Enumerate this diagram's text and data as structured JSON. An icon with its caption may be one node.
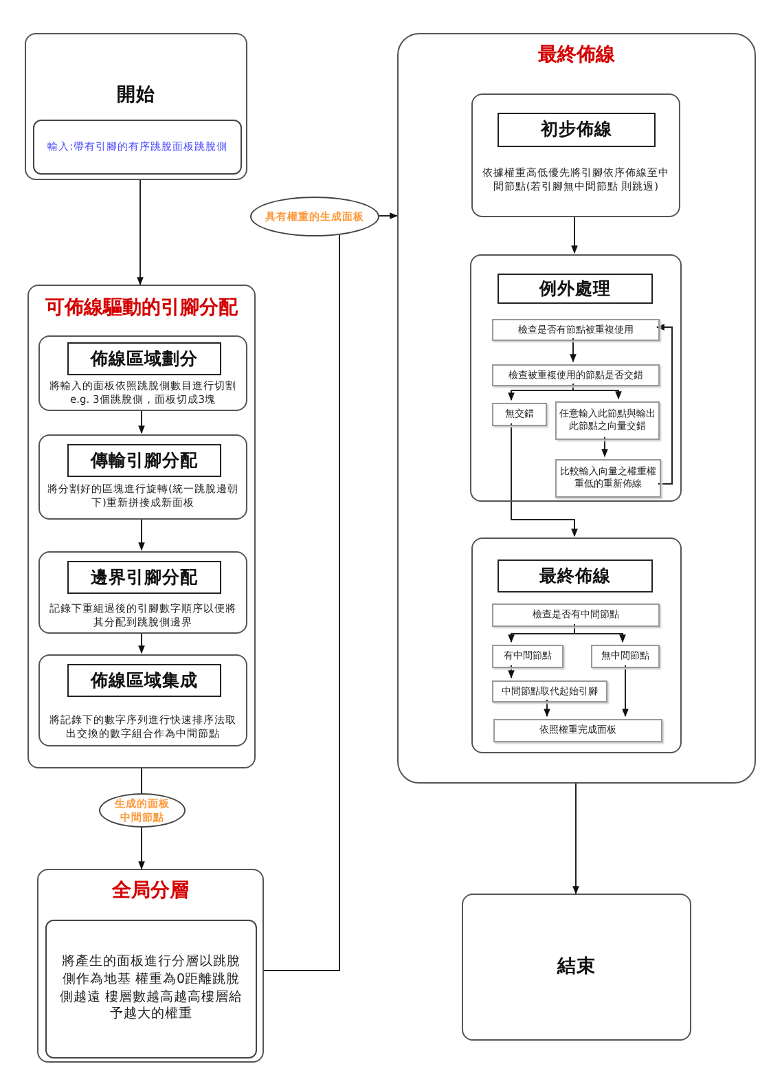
{
  "diagram": {
    "nodes": [
      {
        "text": [
          "開始"
        ]
      },
      {
        "text": [
          "輸入:帶有引腳的有序跳脫面板跳脫側"
        ],
        "in": 0
      },
      {
        "text": [
          "可佈線驅動的引腳分配"
        ]
      },
      {
        "text": [
          "將輸入的面板依照跳脫側數目進行切割e.g. 3個跳脫側，面板切成3塊"
        ],
        "in": 2
      },
      {
        "text": [
          "佈線區域劃分"
        ],
        "in": 3
      },
      {
        "text": [
          "將分割好的區塊進行旋轉(統一跳脫邊朝下)重新拼接成新面板"
        ],
        "in": 2
      },
      {
        "text": [
          "傳輸引腳分配"
        ],
        "in": 5
      },
      {
        "text": [
          "記錄下重組過後的引腳數字順序以便將其分配到跳脫側邊界"
        ],
        "in": 2
      },
      {
        "text": [
          "邊界引腳分配"
        ],
        "in": 7
      },
      {
        "text": [
          "將記錄下的數字序列進行快速排序法取出交換的數字組合作為中間節點"
        ],
        "in": 2
      },
      {
        "text": [
          "佈線區域集成"
        ],
        "in": 9
      },
      {
        "text": [
          "生成的面板中間節點"
        ]
      },
      {
        "text": [
          "全局分層"
        ]
      },
      {
        "text": [
          "將產生的面板進行分層以跳脫側作為地基 權重為0距離跳脫側越遠 樓層數越高越高樓層給予越大的權重"
        ],
        "in": 12
      },
      {
        "text": [
          "具有權重的生成面板"
        ]
      },
      {
        "text": [
          "最終佈線"
        ]
      },
      {
        "text": [
          "依據權重高低優先將引腳依序佈線至中間節點(若引腳無中間節點 則跳過)"
        ],
        "in": 15
      },
      {
        "text": [
          "初步佈線"
        ],
        "in": 16
      },
      {
        "text": [],
        "shape": "box",
        "in": 15
      },
      {
        "text": [
          "例外處理"
        ],
        "in": 18
      },
      {
        "text": [
          "檢查是否有節點被重複使用"
        ],
        "in": 18
      },
      {
        "text": [
          "檢查被重複使用的節點是否交錯"
        ],
        "in": 18
      },
      {
        "text": [
          "無交錯"
        ],
        "in": 18
      },
      {
        "text": [
          "任意輸入此節點與輸出此節點之向量交錯"
        ],
        "in": 18
      },
      {
        "text": [
          "比較輸入向量之權重權重低的重新佈線"
        ],
        "in": 18
      },
      {
        "text": [],
        "shape": "box",
        "in": 15
      },
      {
        "text": [
          "最終佈線"
        ],
        "in": 25
      },
      {
        "text": [
          "檢查是否有中間節點"
        ],
        "in": 25
      },
      {
        "text": [
          "有中間節點"
        ],
        "in": 25
      },
      {
        "text": [
          "無中間節點"
        ],
        "in": 25
      },
      {
        "text": [
          "中間節點取代起始引腳"
        ],
        "in": 25
      },
      {
        "text": [
          "依照權重完成面板"
        ],
        "in": 25
      },
      {
        "text": [
          "結束"
        ]
      }
    ],
    "edges": [
      {
        "from": 0,
        "to": 2,
        "arrow": "to"
      },
      {
        "from": 3,
        "to": 5,
        "arrow": "to"
      },
      {
        "from": 5,
        "to": 7,
        "arrow": "to"
      },
      {
        "from": 7,
        "to": 9,
        "arrow": "to"
      },
      {
        "from": 2,
        "to": 11,
        "arrow": "none"
      },
      {
        "from": 11,
        "to": 12,
        "arrow": "to"
      },
      {
        "from": 12,
        "to": 14,
        "arrow": "none"
      },
      {
        "from": 14,
        "to": 15,
        "arrow": "to"
      },
      {
        "from": 16,
        "to": 18,
        "arrow": "to"
      },
      {
        "from": 20,
        "to": 21,
        "arrow": "to"
      },
      {
        "from": 21,
        "to": 22,
        "arrow": "to"
      },
      {
        "from": 21,
        "to": 23,
        "arrow": "to"
      },
      {
        "from": 23,
        "to": 24,
        "arrow": "to"
      },
      {
        "from": 24,
        "to": 20,
        "arrow": "to"
      },
      {
        "from": 22,
        "to": 25,
        "arrow": "to"
      },
      {
        "from": 27,
        "to": 28,
        "arrow": "to"
      },
      {
        "from": 27,
        "to": 29,
        "arrow": "to"
      },
      {
        "from": 28,
        "to": 30,
        "arrow": "to"
      },
      {
        "from": 30,
        "to": 31,
        "arrow": "to"
      },
      {
        "from": 29,
        "to": 31,
        "arrow": "to"
      },
      {
        "from": 15,
        "to": 32,
        "arrow": "to"
      }
    ]
  }
}
